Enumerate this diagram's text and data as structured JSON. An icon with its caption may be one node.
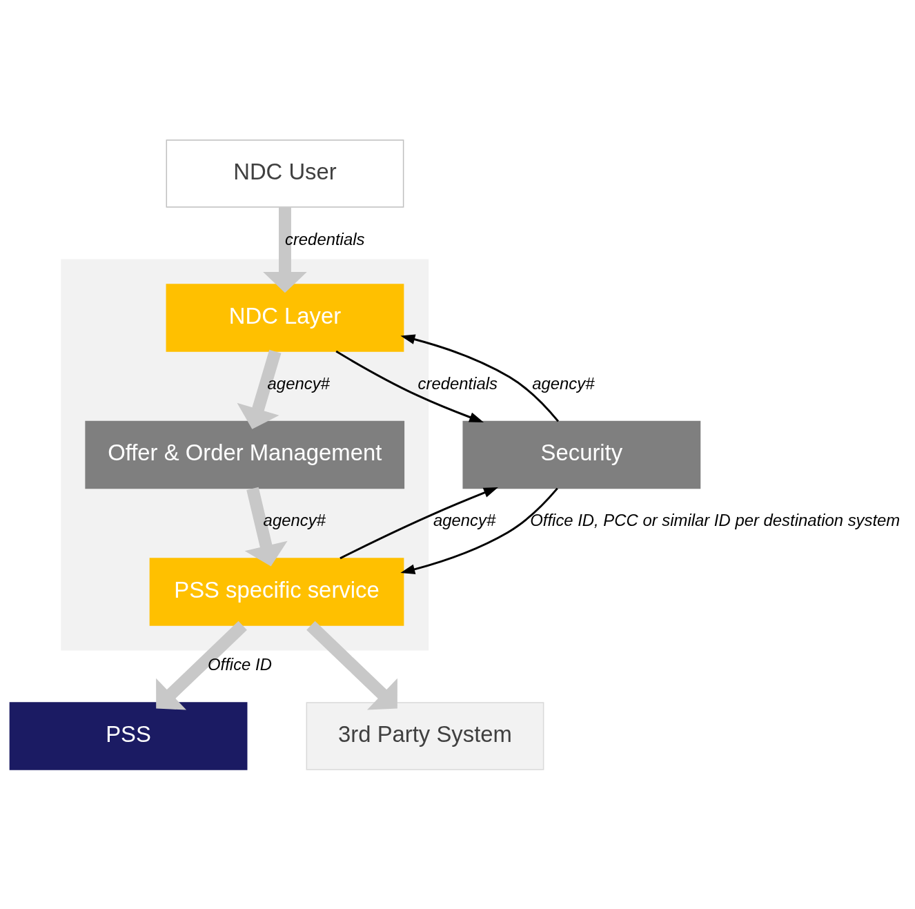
{
  "diagram": {
    "nodes": [
      {
        "text": [
          "NDC User"
        ]
      },
      {
        "text": [],
        "shape": "box"
      },
      {
        "text": [
          "NDC Layer"
        ],
        "in": 1
      },
      {
        "text": [
          "Offer & Order Management"
        ],
        "in": 1
      },
      {
        "text": [
          "PSS specific service"
        ],
        "in": 1
      },
      {
        "text": [
          "Security"
        ]
      },
      {
        "text": [
          "PSS"
        ]
      },
      {
        "text": [
          "3rd Party System"
        ]
      }
    ],
    "edges": [
      {
        "from": 0,
        "to": 2,
        "arrow": "to",
        "label": "credentials"
      },
      {
        "from": 2,
        "to": 3,
        "arrow": "to",
        "label": "agency#"
      },
      {
        "from": 3,
        "to": 4,
        "arrow": "to",
        "label": "agency#"
      },
      {
        "from": 2,
        "to": 5,
        "arrow": "to",
        "label": "credentials",
        "color": "#000000"
      },
      {
        "from": 5,
        "to": 2,
        "arrow": "to",
        "label": "agency#",
        "color": "#000000"
      },
      {
        "from": 4,
        "to": 5,
        "arrow": "to",
        "label": "agency#",
        "color": "#000000"
      },
      {
        "from": 5,
        "to": 4,
        "arrow": "to",
        "label": "Office ID, PCC or similar ID per destination system",
        "color": "#000000"
      },
      {
        "from": 4,
        "to": 6,
        "arrow": "to",
        "label": "Office ID"
      },
      {
        "from": 4,
        "to": 7,
        "arrow": "to"
      }
    ]
  }
}
